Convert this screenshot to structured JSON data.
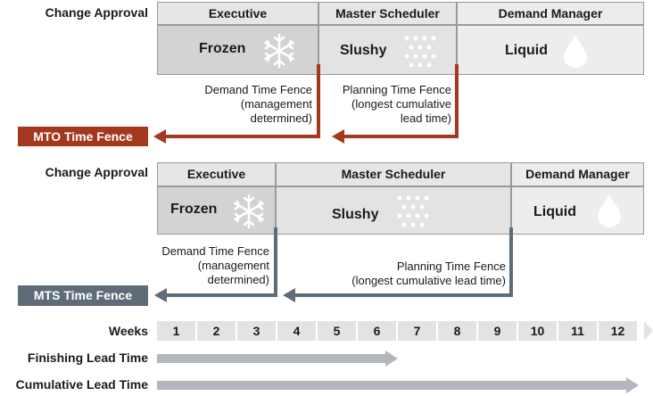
{
  "colors": {
    "mto_accent": "#a3381e",
    "mts_accent": "#5f6b77",
    "frozen_bg": "#d3d3d3",
    "slushy_bg": "#e3e3e3",
    "liquid_bg": "#ededed",
    "header_bg": "#e6e6e6",
    "lead_arrow": "#b3b7bd"
  },
  "icons": {
    "frozen": "snowflake-icon",
    "slushy": "dots-icon",
    "liquid": "droplet-icon"
  },
  "mto": {
    "change_approval_label": "Change Approval",
    "headers": [
      "Executive",
      "Master Scheduler",
      "Demand Manager"
    ],
    "zones": [
      "Frozen",
      "Slushy",
      "Liquid"
    ],
    "demand_fence": [
      "Demand Time Fence",
      "(management",
      "determined)"
    ],
    "planning_fence": [
      "Planning Time Fence",
      "(longest cumulative",
      "lead time)"
    ],
    "tag": "MTO Time Fence"
  },
  "mts": {
    "change_approval_label": "Change Approval",
    "headers": [
      "Executive",
      "Master Scheduler",
      "Demand Manager"
    ],
    "zones": [
      "Frozen",
      "Slushy",
      "Liquid"
    ],
    "demand_fence": [
      "Demand Time Fence",
      "(management",
      "determined)"
    ],
    "planning_fence": [
      "Planning Time Fence",
      "(longest cumulative lead time)"
    ],
    "tag": "MTS Time Fence"
  },
  "timeline": {
    "weeks_label": "Weeks",
    "weeks": [
      "1",
      "2",
      "3",
      "4",
      "5",
      "6",
      "7",
      "8",
      "9",
      "10",
      "11",
      "12"
    ]
  },
  "lead_times": {
    "finishing_label": "Finishing Lead Time",
    "finishing_weeks": 6,
    "cumulative_label": "Cumulative Lead Time",
    "cumulative_weeks": 12
  }
}
